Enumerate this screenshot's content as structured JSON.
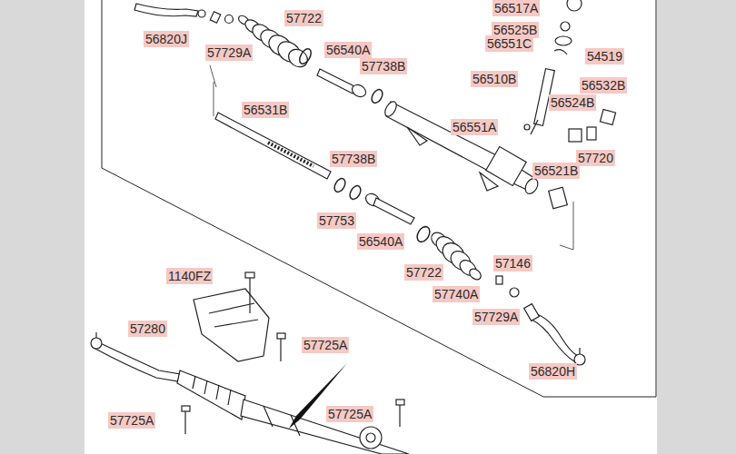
{
  "diagram": {
    "labels": [
      "56820J",
      "56517A",
      "57722",
      "57729A",
      "56525B",
      "56551C",
      "54519",
      "56540A",
      "57738B",
      "56510B",
      "56532B",
      "56524B",
      "56531B",
      "56551A",
      "57720",
      "56521B",
      "57738B",
      "57753",
      "56540A",
      "57722",
      "57146",
      "57740A",
      "57729A",
      "56820H",
      "1140FZ",
      "57280",
      "57725A",
      "57725A",
      "57725A"
    ]
  }
}
